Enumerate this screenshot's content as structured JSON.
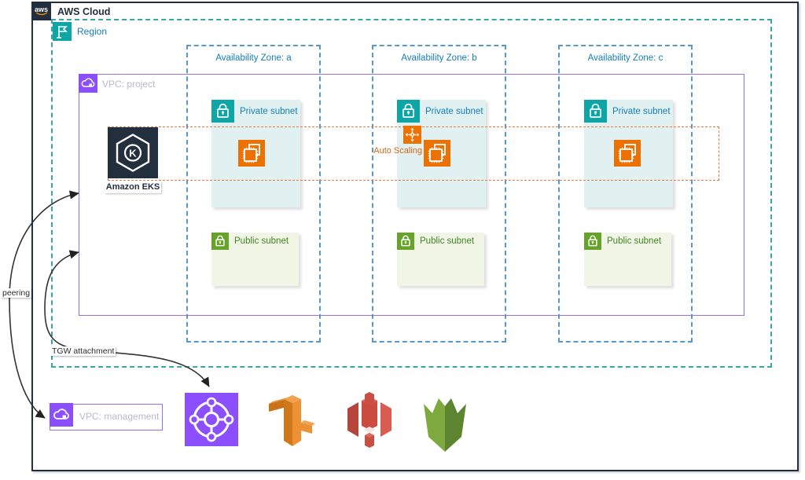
{
  "aws_cloud": {
    "logo_text": "aws",
    "title": "AWS Cloud"
  },
  "region": {
    "label": "Region"
  },
  "availability_zones": [
    {
      "label": "Availability Zone: a"
    },
    {
      "label": "Availability Zone: b"
    },
    {
      "label": "Availability Zone: c"
    }
  ],
  "vpc_project": {
    "label": "VPC: project"
  },
  "vpc_management": {
    "label": "VPC: management"
  },
  "subnets": {
    "private_label": "Private subnet",
    "public_label": "Public subnet"
  },
  "auto_scaling": {
    "label": "Auto Scaling"
  },
  "eks": {
    "label": "Amazon EKS"
  },
  "edges": {
    "peering_label": "peering",
    "tgw_label": "TGW attachment"
  },
  "icons": {
    "aws_cloud": "aws-cloud-logo",
    "region": "region-flag-icon",
    "vpc": "vpc-cloud-icon",
    "private_subnet": "private-subnet-lock-icon",
    "public_subnet": "public-subnet-lock-icon",
    "eks": "amazon-eks-icon",
    "ec2_instances": "ec2-instances-icon",
    "auto_scaling": "auto-scaling-icon",
    "transit_gateway": "transit-gateway-icon",
    "iam": "iam-3d-icon",
    "s3": "s3-bucket-3d-icon",
    "waf": "waf-shield-3d-icon"
  },
  "colors": {
    "aws_dark": "#232F3E",
    "region_teal": "#0DA5A5",
    "az_blue": "#147EBA",
    "vpc_border_purple": "#9673E6",
    "vpc_icon_purple": "#8C4FFF",
    "vpc_label_gray": "#BDB7C9",
    "private_subnet_fill": "#E1F1F2",
    "public_subnet_fill": "#F1F5E5",
    "public_green": "#3F8624",
    "public_icon_green": "#67A32B",
    "ec2_orange": "#ED7100",
    "auto_scaling_orange": "#D86613",
    "s3_red": "#C94F44",
    "waf_green": "#6F9C3C",
    "edge_black": "#333333"
  }
}
